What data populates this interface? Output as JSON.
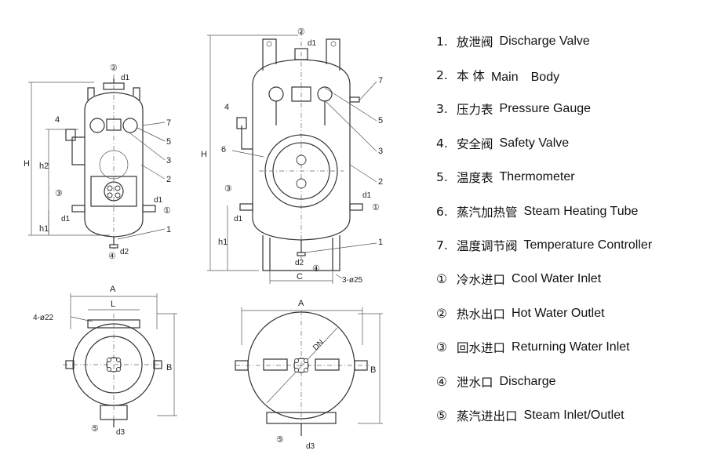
{
  "legend": [
    {
      "num": "1.",
      "zh": "放泄阀",
      "en": "Discharge Valve"
    },
    {
      "num": "2.",
      "zh": "本 体",
      "en": "Main　Body"
    },
    {
      "num": "3.",
      "zh": "压力表",
      "en": "Pressure Gauge"
    },
    {
      "num": "4.",
      "zh": "安全阀",
      "en": "Safety Valve"
    },
    {
      "num": "5.",
      "zh": "温度表",
      "en": "Thermometer"
    },
    {
      "num": "6.",
      "zh": "蒸汽加热管",
      "en": "Steam Heating Tube"
    },
    {
      "num": "7.",
      "zh": "温度调节阀",
      "en": "Temperature Controller"
    },
    {
      "num": "①",
      "zh": "冷水进口",
      "en": "Cool Water Inlet"
    },
    {
      "num": "②",
      "zh": "热水出口",
      "en": "Hot Water Outlet"
    },
    {
      "num": "③",
      "zh": "回水进口",
      "en": "Returning Water Inlet"
    },
    {
      "num": "④",
      "zh": "泄水口",
      "en": "Discharge"
    },
    {
      "num": "⑤",
      "zh": "蒸汽进出口",
      "en": "Steam Inlet/Outlet"
    }
  ],
  "drawing_labels": {
    "h": "H",
    "h2": "h2",
    "h1": "h1",
    "a": "A",
    "l": "L",
    "b": "B",
    "c": "C",
    "d1": "d1",
    "d2": "d2",
    "d3": "d3",
    "dn": "DN",
    "holes_small": "4-ø22",
    "holes_large": "3-ø25",
    "p1": "1",
    "p2": "2",
    "p3": "3",
    "p4": "4",
    "p5": "5",
    "p6": "6",
    "p7": "7",
    "c1": "①",
    "c2": "②",
    "c3": "③",
    "c4": "④",
    "c5": "⑤"
  }
}
